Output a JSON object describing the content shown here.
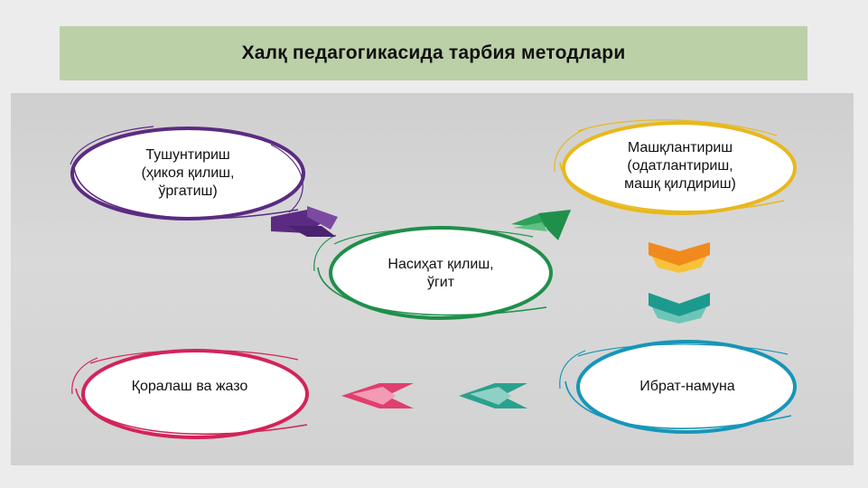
{
  "title": "Халқ педагогикасида тарбия методлари",
  "nodes": {
    "tushuntirish": {
      "lines": [
        "Тушунтириш",
        "(ҳикоя қилиш,",
        "ўргатиш)"
      ],
      "color": "#5b2b82"
    },
    "mashqlantirish": {
      "lines": [
        "Машқлантириш",
        "(одатлантириш,",
        "машқ қилдириш)"
      ],
      "color": "#e8b81c"
    },
    "nasihat": {
      "lines": [
        "Насиҳат қилиш,",
        "ўгит"
      ],
      "color": "#1f8f4a"
    },
    "qoralash": {
      "lines": [
        "Қоралаш ва жазо"
      ],
      "color": "#d2245a"
    },
    "ibrat": {
      "lines": [
        "Ибрат-намуна"
      ],
      "color": "#1696b8"
    }
  },
  "arrow_colors": {
    "purple": "#5b2b82",
    "green": "#1f8f4a",
    "orange": "#f08a1e",
    "teal": "#1d9a8e",
    "pink": "#e03f6e",
    "teal_left": "#2aa18f"
  }
}
